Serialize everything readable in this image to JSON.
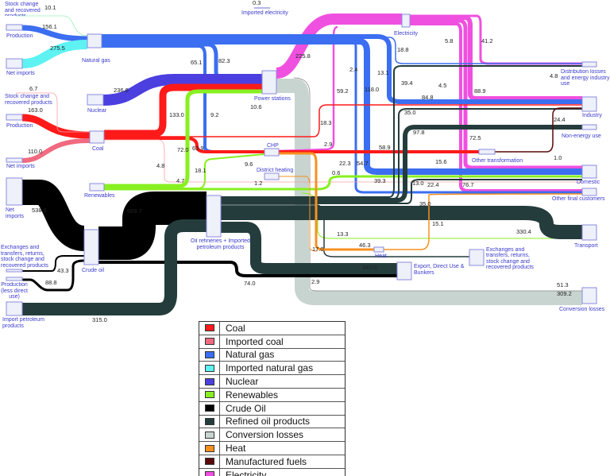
{
  "colors": {
    "coal": "#ff1a1a",
    "imported_coal": "#f06a80",
    "natural_gas": "#3b6ef0",
    "imported_natural_gas": "#5ef2f2",
    "nuclear": "#4b3fe0",
    "renewables": "#88f020",
    "crude_oil": "#000000",
    "refined_oil": "#243c3c",
    "conversion_losses": "#c8d4d0",
    "heat": "#f89020",
    "manufactured_fuels": "#5a0a0a",
    "electricity": "#f050e0"
  },
  "nodes": {
    "gas_stock": "Stock change and recovered products",
    "gas_production": "Production",
    "gas_net_imports": "Net imports",
    "natural_gas": "Natural gas",
    "imported_electricity": "Imported electricity",
    "nuclear": "Nuclear",
    "power_stations": "Power stations",
    "electricity": "Electricity",
    "coal_stock": "Stock change and recovered products",
    "coal_production": "Production",
    "coal": "Coal",
    "coal_net_imports": "Net imports",
    "renewables": "Renewables",
    "chp": "CHP",
    "district_heating": "District heating",
    "crude_net_imports": "Net imports",
    "crude_exchanges": "Exchanges and transfers, returns, stock change and recovered products",
    "crude_production": "Production (less direct use)",
    "crude_oil": "Crude oil",
    "import_petroleum": "Import petroleum products",
    "oil_refineries": "Oil refineries + Imported petroleum products",
    "heat": "Heat",
    "other_transformation": "Other transformation",
    "distribution_losses": "Distribution losses and energy industry use",
    "industry": "Industry",
    "non_energy": "Non-energy use",
    "domestic": "Domestic",
    "other_final": "Other final customers",
    "transport": "Transport",
    "exchanges_right": "Exchanges and transfers, returns, stock change and recovered products",
    "export": "Export, Direct Use & Bunkers",
    "conversion_losses": "Conversion losses"
  },
  "flow_values": [
    "10.1",
    "0.3",
    "156.1",
    "275.5",
    "65.1",
    "82.3",
    "225.8",
    "236.6",
    "6.7",
    "163.0",
    "133.0",
    "9.2",
    "10.6",
    "110.0",
    "72.0",
    "63.9",
    "4.8",
    "18.1",
    "4.7",
    "9.6",
    "1.2",
    "18.8",
    "5.8",
    "41.2",
    "2.4",
    "13.1",
    "59.2",
    "118.0",
    "39.4",
    "4.5",
    "4.8",
    "84.8",
    "88.9",
    "18.3",
    "35.0",
    "24.4",
    "97.8",
    "72.5",
    "2.9",
    "58.9",
    "1.0",
    "22.3",
    "54.7",
    "0.6",
    "15.6",
    "39.3",
    "13.0",
    "22.4",
    "76.7",
    "35.0",
    "15.1",
    "330.4",
    "13.3",
    "46.3",
    "17.0",
    "340.0",
    "2.9",
    "51.3",
    "309.2",
    "669.7",
    "538.6",
    "43.3",
    "88.8",
    "74.0",
    "315.0"
  ],
  "legend": [
    "Coal",
    "Imported coal",
    "Natural gas",
    "Imported natural gas",
    "Nuclear",
    "Renewables",
    "Crude Oil",
    "Refined oil products",
    "Conversion losses",
    "Heat",
    "Manufactured fuels",
    "Electricity"
  ]
}
